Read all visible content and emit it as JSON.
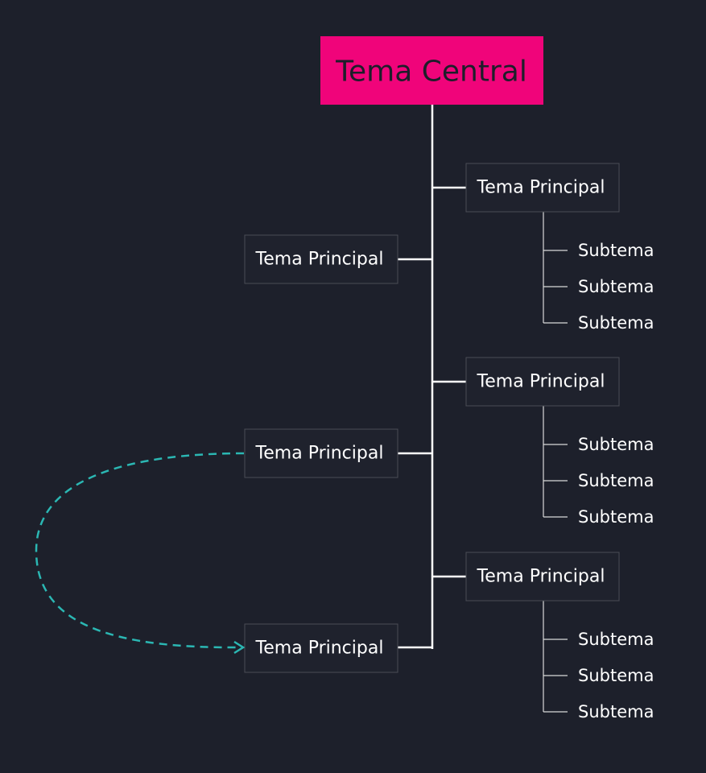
{
  "central_topic": {
    "label": "Tema Central",
    "color": "#f0047a"
  },
  "main_topics": {
    "right_1": {
      "label": "Tema Principal"
    },
    "right_2": {
      "label": "Tema Principal"
    },
    "right_3": {
      "label": "Tema Principal"
    },
    "left_1": {
      "label": "Tema Principal"
    },
    "left_2": {
      "label": "Tema Principal"
    },
    "left_3": {
      "label": "Tema Principal"
    }
  },
  "subtopics": {
    "right_1": [
      "Subtema",
      "Subtema",
      "Subtema"
    ],
    "right_2": [
      "Subtema",
      "Subtema",
      "Subtema"
    ],
    "right_3": [
      "Subtema",
      "Subtema",
      "Subtema"
    ]
  },
  "colors": {
    "background": "#1d202b",
    "connector": "#ffffff",
    "relationship": "#2bb7b3"
  }
}
